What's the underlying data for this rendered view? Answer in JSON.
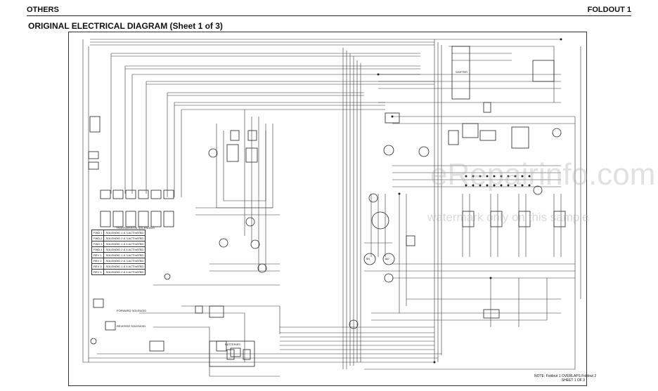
{
  "header": {
    "section": "OTHERS",
    "foldout": "FOLDOUT 1"
  },
  "title": "ORIGINAL ELECTRICAL DIAGRAM (Sheet 1 of 3)",
  "watermark": {
    "site": "eRepairinfo.com",
    "text": "watermark only on this sample"
  },
  "note": {
    "line1": "NOTE: Foldout 1 OVERLAPS Foldout 2",
    "line2": "SHEET 1 OF 3"
  },
  "labels": {
    "shifter": "SHIFTER",
    "batteries": "BATTERIES",
    "m1": "M1",
    "m2": "M2",
    "transmission_solenoids": "TRANSMISSION SOLENOIDS",
    "forward_solenoid": "FORWARD SOLENOID",
    "reverse_solenoid": "REVERSE SOLENOID"
  },
  "solenoid_table": [
    [
      "FWD 1",
      "SOLENOID 1 & 3 ACTIVATED"
    ],
    [
      "FWD 2",
      "SOLENOID 2 & 3 ACTIVATED"
    ],
    [
      "FWD 3",
      "SOLENOID 1 & 4 ACTIVATED"
    ],
    [
      "FWD 4",
      "SOLENOID 2 & 4 ACTIVATED"
    ],
    [
      "REV 1",
      "SOLENOID 1 & 3 ACTIVATED"
    ],
    [
      "REV 2",
      "SOLENOID 2 & 3 ACTIVATED"
    ],
    [
      "REV 3",
      "SOLENOID 1 & 4 ACTIVATED"
    ],
    [
      "REV 4",
      "SOLENOID 2 & 4 ACTIVATED"
    ]
  ]
}
